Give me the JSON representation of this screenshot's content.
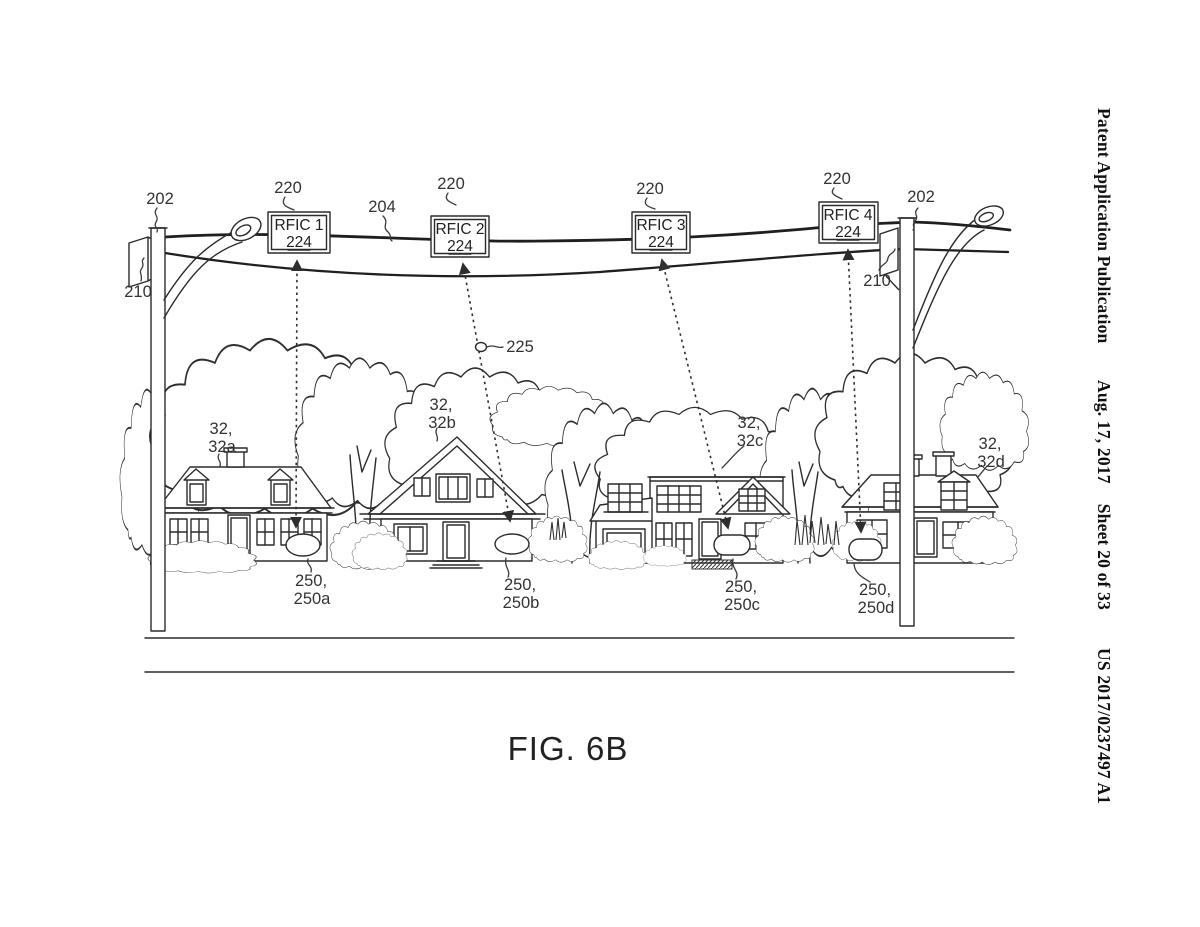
{
  "header": {
    "publication": "Patent Application Publication",
    "date": "Aug. 17, 2017",
    "sheet": "Sheet 20 of 33",
    "document_number": "US 2017/0237497 A1"
  },
  "figure": {
    "caption": "FIG. 6B",
    "refs": {
      "pole": "202",
      "streetlight": "210",
      "cable": "204",
      "rfic_pointer": "220",
      "rfic_module": "224",
      "wireless_link": "225"
    },
    "rfics": [
      {
        "label": "RFIC 1",
        "module_ref": "224"
      },
      {
        "label": "RFIC 2",
        "module_ref": "224"
      },
      {
        "label": "RFIC 3",
        "module_ref": "224"
      },
      {
        "label": "RFIC 4",
        "module_ref": "224"
      }
    ],
    "houses": [
      {
        "ref_top": "32,",
        "ref_bottom": "32a",
        "device_top": "250,",
        "device_bottom": "250a"
      },
      {
        "ref_top": "32,",
        "ref_bottom": "32b",
        "device_top": "250,",
        "device_bottom": "250b"
      },
      {
        "ref_top": "32,",
        "ref_bottom": "32c",
        "device_top": "250,",
        "device_bottom": "250c"
      },
      {
        "ref_top": "32,",
        "ref_bottom": "32d",
        "device_top": "250,",
        "device_bottom": "250d"
      }
    ]
  }
}
